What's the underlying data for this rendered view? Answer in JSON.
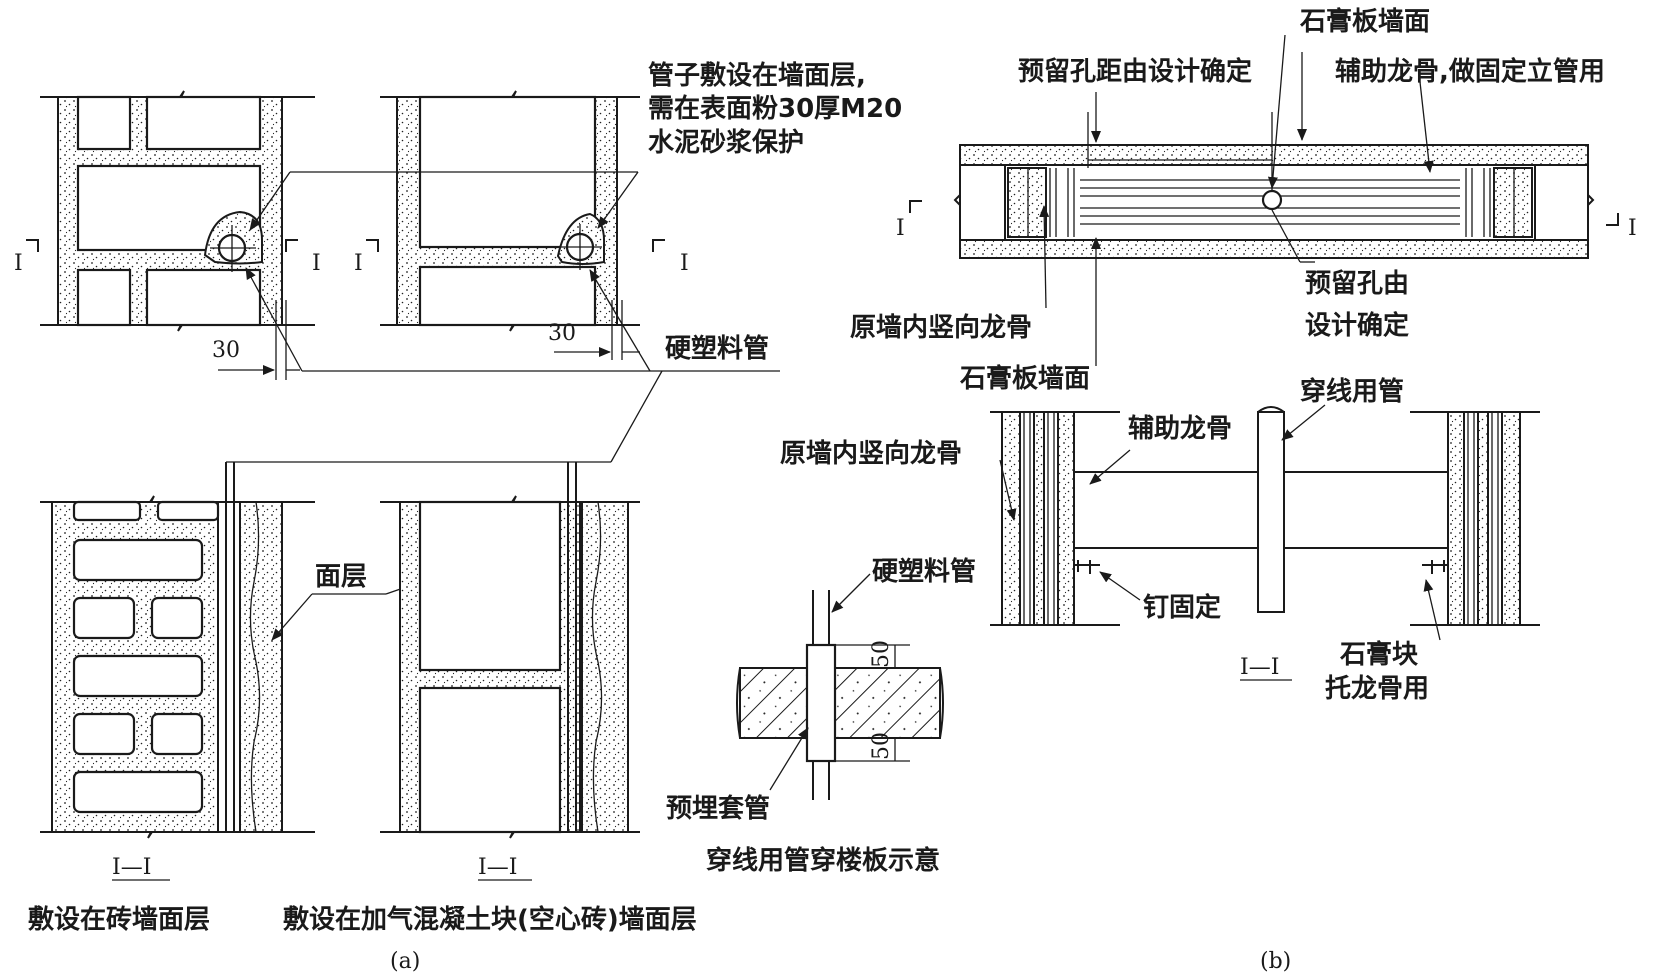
{
  "labels": {
    "pipe_in_wall_note_1": "管子敷设在墙面层,",
    "pipe_in_wall_note_2": "需在表面粉30厚M20",
    "pipe_in_wall_note_3": "水泥砂浆保护",
    "rigid_pipe": "硬塑料管",
    "surface_layer": "面层",
    "rigid_pipe_2": "硬塑料管",
    "embedded_sleeve": "预埋套管",
    "floor_caption": "穿线用管穿楼板示意",
    "gypsum_wall_top": "石膏板墙面",
    "hole_spacing": "预留孔距由设计确定",
    "aux_stud_top": "辅助龙骨,做固定立管用",
    "reserved_hole_1": "预留孔由",
    "reserved_hole_2": "设计确定",
    "orig_stud_top": "原墙内竖向龙骨",
    "gypsum_wall_mid": "石膏板墙面",
    "orig_stud_mid": "原墙内竖向龙骨",
    "aux_stud_mid": "辅助龙骨",
    "wire_pipe": "穿线用管",
    "nail_fix": "钉固定",
    "gypsum_block_1": "石膏块",
    "gypsum_block_2": "托龙骨用",
    "caption_brick": "敷设在砖墙面层",
    "caption_aac": "敷设在加气混凝土块(空心砖)墙面层",
    "part_a": "(a)",
    "part_b": "(b)"
  },
  "section_marks": {
    "i": "I",
    "i_i": "I—I"
  },
  "dimensions": {
    "d30_a": "30",
    "d30_b": "30",
    "d50_top": "50",
    "d50_bot": "50"
  }
}
